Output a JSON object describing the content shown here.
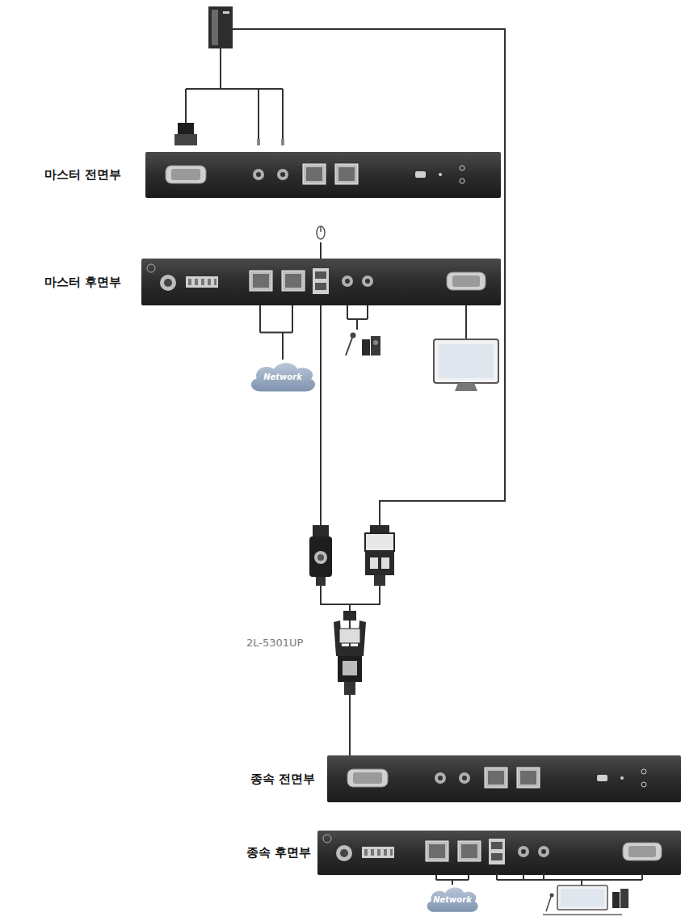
{
  "diagram": {
    "nodes": [
      {
        "text": [
          "마스터 전면부"
        ]
      },
      {
        "text": [
          "마스터 후면부"
        ]
      },
      {
        "text": [
          "Network"
        ]
      },
      {
        "text": [
          "종속 전면부"
        ]
      },
      {
        "text": [
          "종속 후면부"
        ]
      },
      {
        "text": [
          "Network"
        ]
      }
    ],
    "edges": [
      {
        "from": 1,
        "to": 2,
        "arrow": "none"
      },
      {
        "from": 1,
        "to": 3,
        "arrow": "none"
      },
      {
        "from": 4,
        "to": 5,
        "arrow": "none"
      }
    ],
    "labels": [
      "2L-5301UP"
    ]
  }
}
